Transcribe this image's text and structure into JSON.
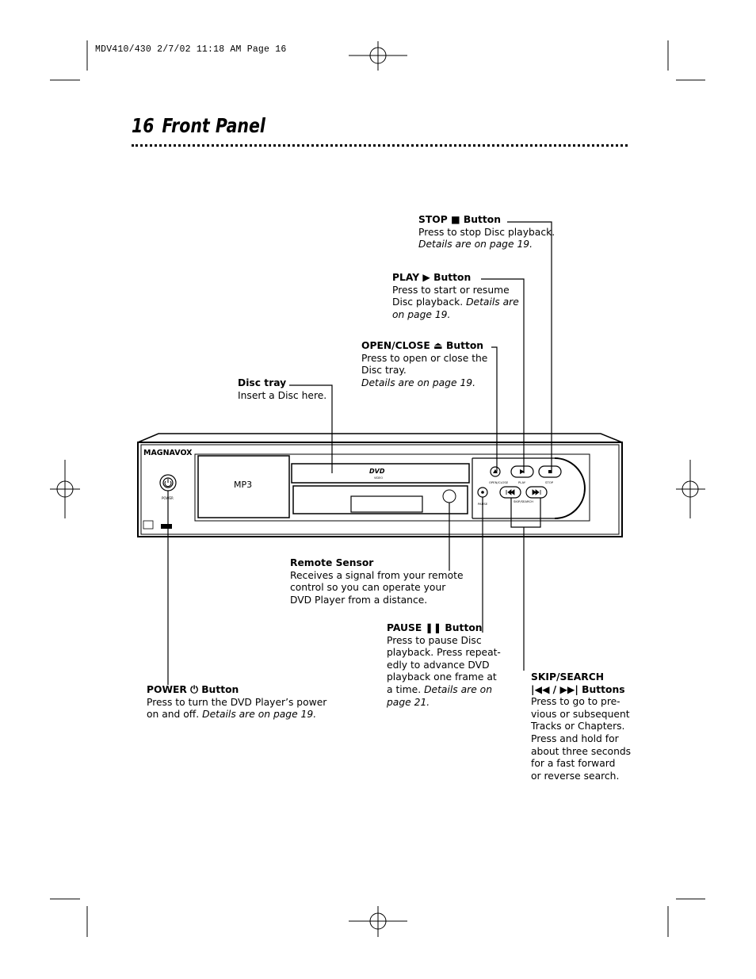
{
  "header": {
    "slug": "MDV410/430  2/7/02  11:18 AM  Page 16"
  },
  "page": {
    "number": "16",
    "title": "Front Panel"
  },
  "device": {
    "brand": "MAGNAVOX",
    "dvd_logo": "DVD",
    "dvd_sub": "VIDEO",
    "mp3_logo": "MP3",
    "power_label": "POWER",
    "open_close_label": "OPEN/CLOSE",
    "play_label": "PLAY",
    "stop_label": "STOP",
    "pause_label": "PAUSE",
    "skip_search_label": "SKIP/SEARCH"
  },
  "callouts": {
    "stop": {
      "title": "STOP ■ Button",
      "desc": "Press to stop Disc playback.",
      "ref": "Details are on page 19."
    },
    "play": {
      "title": "PLAY ▶ Button",
      "desc": "Press to start or resume\nDisc playback.",
      "ref1": "Details are",
      "ref2": "on page 19."
    },
    "open_close": {
      "title": "OPEN/CLOSE ⏏ Button",
      "desc": "Press to open or close the\nDisc tray.",
      "ref": "Details are on page 19."
    },
    "disc_tray": {
      "title": "Disc tray",
      "desc": "Insert a Disc here."
    },
    "remote_sensor": {
      "title": "Remote Sensor",
      "desc": "Receives a signal from your remote\ncontrol so you can operate your\nDVD Player from a distance."
    },
    "pause": {
      "title": "PAUSE ❚❚ Button",
      "desc": "Press to pause Disc\nplayback. Press repeat-\nedly to advance DVD\nplayback one frame at\na time.",
      "ref1": "Details are on",
      "ref2": "page 21."
    },
    "power": {
      "title": "POWER ⏻ Button",
      "desc": "Press to turn the DVD Player’s power\non and off.",
      "ref": "Details are on page 19."
    },
    "skip_search": {
      "title": "SKIP/SEARCH",
      "subtitle": "|◀◀ / ▶▶| Buttons",
      "desc": "Press to go to pre-\nvious or subsequent\nTracks or Chapters.\nPress and hold for\nabout three seconds\nfor a fast forward\nor reverse search."
    }
  }
}
